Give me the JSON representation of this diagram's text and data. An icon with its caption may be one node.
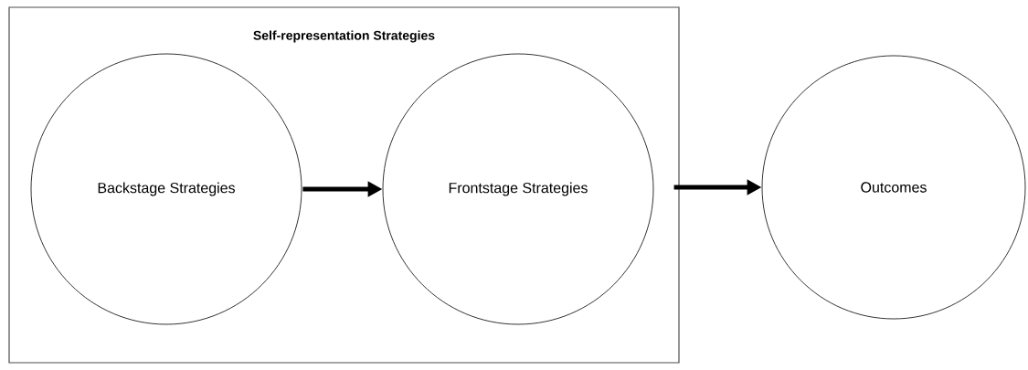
{
  "diagram": {
    "nodes": [
      {
        "text": [
          "Self-representation Strategies"
        ]
      },
      {
        "text": [
          "Backstage Strategies"
        ],
        "in": 0
      },
      {
        "text": [
          "Frontstage Strategies"
        ],
        "in": 0
      },
      {
        "text": [
          "Outcomes"
        ]
      }
    ],
    "edges": [
      {
        "from": 1,
        "to": 2,
        "arrow": "to"
      },
      {
        "from": 0,
        "to": 3,
        "arrow": "to"
      }
    ]
  }
}
